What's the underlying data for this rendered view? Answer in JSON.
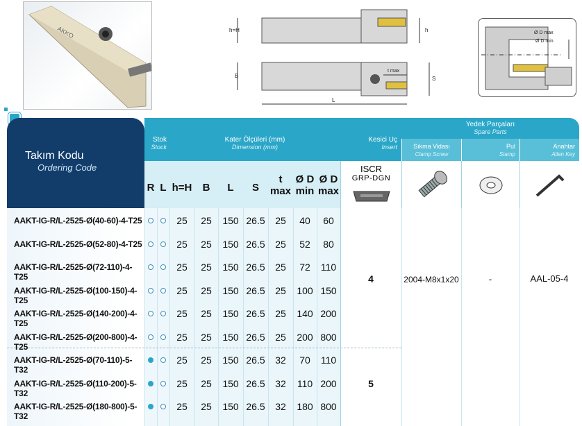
{
  "diagram": {
    "label_hH": "h=H",
    "label_h": "h",
    "label_B": "B",
    "label_S": "S",
    "label_L": "L",
    "label_tmax": "t max",
    "label_dmax": "Ø D max",
    "label_dmin": "Ø D min",
    "photo_brand": "AKKO"
  },
  "header": {
    "ordering_tr": "Takım Kodu",
    "ordering_en": "Ordering Code",
    "stock_tr": "Stok",
    "stock_en": "Stock",
    "dim_tr": "Kater Ölçüleri (mm)",
    "dim_en": "Dimension (mm)",
    "insert_tr": "Kesici Uç",
    "insert_en": "Insert",
    "spare_tr": "Yedek Parçaları",
    "spare_en": "Spare Parts",
    "clamp_tr": "Sıkma Vidası",
    "clamp_en": "Clamp Screw",
    "stamp_tr": "Pul",
    "stamp_en": "Stamp",
    "key_tr": "Anahtar",
    "key_en": "Allen Key",
    "col_R": "R",
    "col_L": "L",
    "col_hH": "h=H",
    "col_B": "B",
    "col_Ll": "L",
    "col_S": "S",
    "col_t": "t",
    "col_t2": "max",
    "col_dmin": "Ø D",
    "col_dmin2": "min",
    "col_dmax": "Ø D",
    "col_dmax2": "max",
    "insert_name": "ISCR",
    "insert_code": "GRP-DGN"
  },
  "rows": [
    {
      "code": "AAKT-IG-R/L-2525-Ø(40-60)-4-T25",
      "r": "open",
      "l": "open",
      "h": "25",
      "b": "25",
      "len": "150",
      "s": "26.5",
      "t": "25",
      "dmin": "40",
      "dmax": "60"
    },
    {
      "code": "AAKT-IG-R/L-2525-Ø(52-80)-4-T25",
      "r": "open",
      "l": "open",
      "h": "25",
      "b": "25",
      "len": "150",
      "s": "26.5",
      "t": "25",
      "dmin": "52",
      "dmax": "80"
    },
    {
      "code": "AAKT-IG-R/L-2525-Ø(72-110)-4-T25",
      "r": "open",
      "l": "open",
      "h": "25",
      "b": "25",
      "len": "150",
      "s": "26.5",
      "t": "25",
      "dmin": "72",
      "dmax": "110"
    },
    {
      "code": "AAKT-IG-R/L-2525-Ø(100-150)-4-T25",
      "r": "open",
      "l": "open",
      "h": "25",
      "b": "25",
      "len": "150",
      "s": "26.5",
      "t": "25",
      "dmin": "100",
      "dmax": "150"
    },
    {
      "code": "AAKT-IG-R/L-2525-Ø(140-200)-4-T25",
      "r": "open",
      "l": "open",
      "h": "25",
      "b": "25",
      "len": "150",
      "s": "26.5",
      "t": "25",
      "dmin": "140",
      "dmax": "200"
    },
    {
      "code": "AAKT-IG-R/L-2525-Ø(200-800)-4-T25",
      "r": "open",
      "l": "open",
      "h": "25",
      "b": "25",
      "len": "150",
      "s": "26.5",
      "t": "25",
      "dmin": "200",
      "dmax": "800"
    },
    {
      "code": "AAKT-IG-R/L-2525-Ø(70-110)-5-T32",
      "r": "filled",
      "l": "open",
      "h": "25",
      "b": "25",
      "len": "150",
      "s": "26.5",
      "t": "32",
      "dmin": "70",
      "dmax": "110"
    },
    {
      "code": "AAKT-IG-R/L-2525-Ø(110-200)-5-T32",
      "r": "filled",
      "l": "open",
      "h": "25",
      "b": "25",
      "len": "150",
      "s": "26.5",
      "t": "32",
      "dmin": "110",
      "dmax": "200"
    },
    {
      "code": "AAKT-IG-R/L-2525-Ø(180-800)-5-T32",
      "r": "filled",
      "l": "open",
      "h": "25",
      "b": "25",
      "len": "150",
      "s": "26.5",
      "t": "32",
      "dmin": "180",
      "dmax": "800"
    }
  ],
  "groups": {
    "group1_insert": "4",
    "group2_insert": "5",
    "clamp_value": "2004-M8x1x20",
    "stamp_value": "-",
    "key_value": "AAL-05-4"
  },
  "colors": {
    "navy": "#123d6b",
    "teal": "#2aa6c8",
    "light": "#d6eef5"
  }
}
